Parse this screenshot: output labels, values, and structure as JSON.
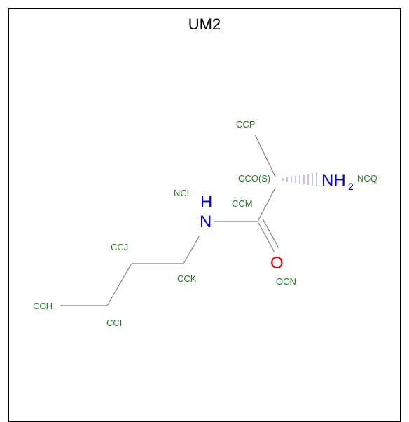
{
  "title": "UM2",
  "colors": {
    "label": "#1f7a1f",
    "nitrogen": "#0000cc",
    "oxygen": "#ee0000",
    "bond": "#808080"
  },
  "atom_labels": {
    "ccp": "CCP",
    "cco": "CCO(S)",
    "ncq": "NCQ",
    "ncl": "NCL",
    "ccm": "CCM",
    "ccj": "CCJ",
    "cck": "CCK",
    "ocn": "OCN",
    "cch": "CCH",
    "cci": "CCI"
  },
  "element_symbols": {
    "n_amine": "NH",
    "n_amine_sub": "2",
    "n_amide_h": "H",
    "n_amide": "N",
    "o_carbonyl": "O"
  }
}
